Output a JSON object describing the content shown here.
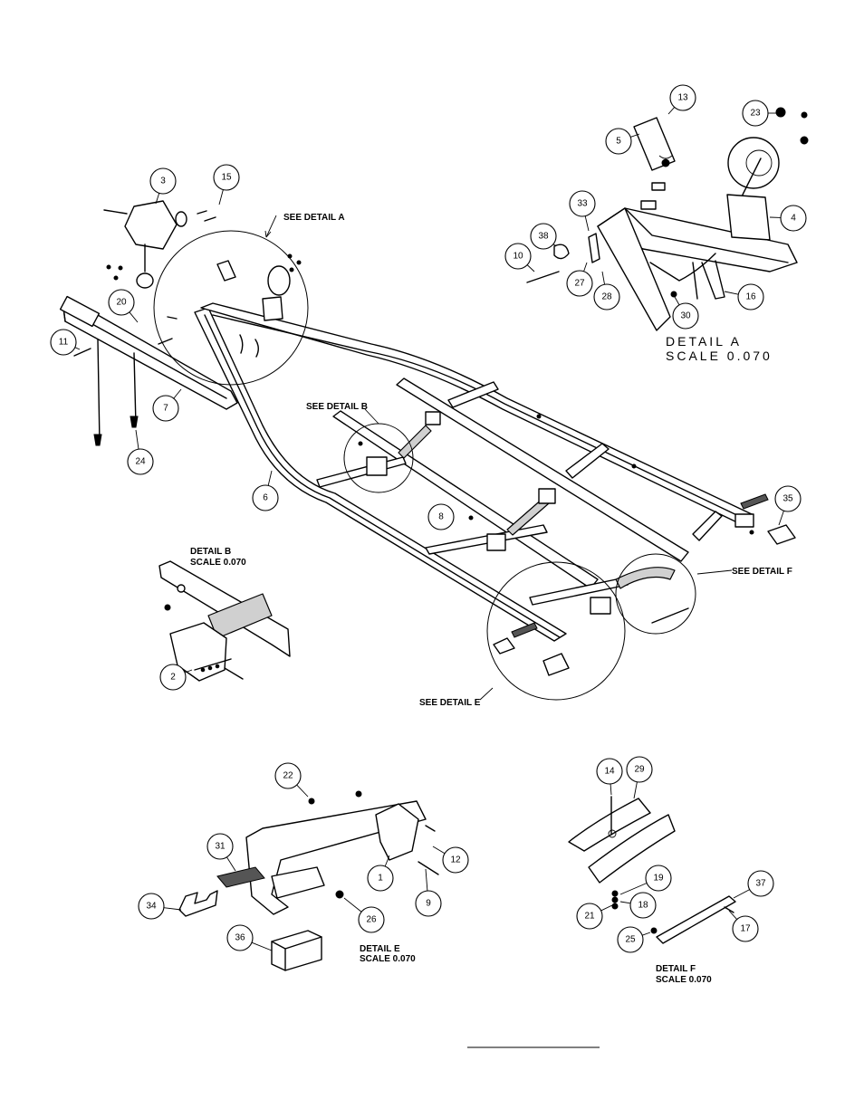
{
  "balloons": [
    {
      "label": "1"
    },
    {
      "label": "2"
    },
    {
      "label": "3"
    },
    {
      "label": "4"
    },
    {
      "label": "5"
    },
    {
      "label": "6"
    },
    {
      "label": "7"
    },
    {
      "label": "8"
    },
    {
      "label": "9"
    },
    {
      "label": "10"
    },
    {
      "label": "11"
    },
    {
      "label": "12"
    },
    {
      "label": "13"
    },
    {
      "label": "14"
    },
    {
      "label": "15"
    },
    {
      "label": "16"
    },
    {
      "label": "17"
    },
    {
      "label": "18"
    },
    {
      "label": "19"
    },
    {
      "label": "20"
    },
    {
      "label": "21"
    },
    {
      "label": "22"
    },
    {
      "label": "23"
    },
    {
      "label": "24"
    },
    {
      "label": "25"
    },
    {
      "label": "26"
    },
    {
      "label": "27"
    },
    {
      "label": "28"
    },
    {
      "label": "29"
    },
    {
      "label": "30"
    },
    {
      "label": "31"
    },
    {
      "label": "33"
    },
    {
      "label": "34"
    },
    {
      "label": "35"
    },
    {
      "label": "36"
    },
    {
      "label": "37"
    },
    {
      "label": "38"
    }
  ],
  "callouts": {
    "see_a": "SEE DETAIL  A",
    "see_b": "SEE DETAIL  B",
    "see_e": "SEE DETAIL  E",
    "see_f": "SEE DETAIL  F"
  },
  "details": {
    "a_title": "DETAIL   A",
    "a_scale": "SCALE   0.070",
    "b_title": "DETAIL  B",
    "b_scale": "SCALE  0.070",
    "e_title": "DETAIL  E",
    "e_scale": "SCALE  0.070",
    "f_title": "DETAIL  F",
    "f_scale": "SCALE  0.070"
  }
}
